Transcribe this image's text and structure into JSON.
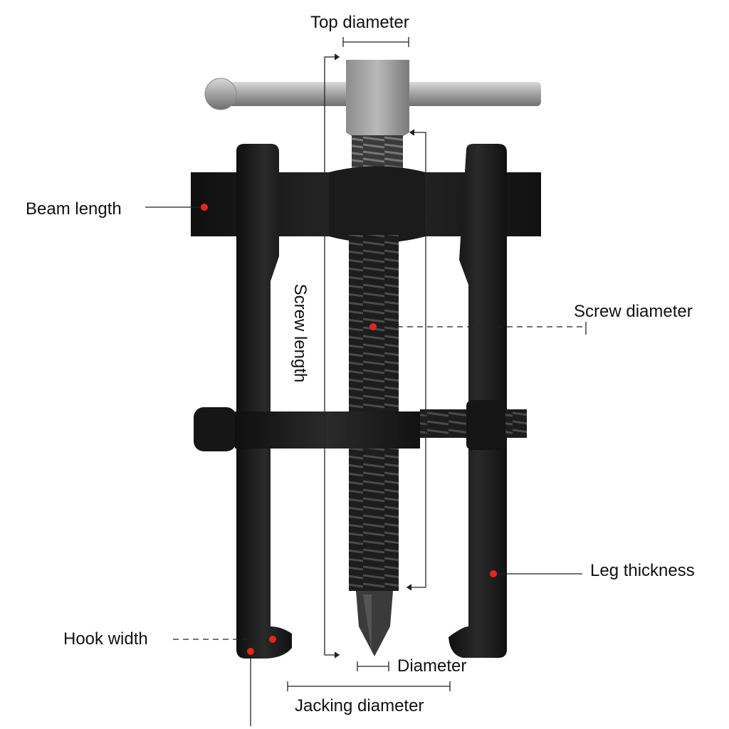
{
  "labels": {
    "top_diameter": "Top diameter",
    "beam_length": "Beam length",
    "screw_length": "Screw length",
    "screw_diameter": "Screw diameter",
    "leg_thickness": "Leg thickness",
    "hook_width": "Hook width",
    "diameter": "Diameter",
    "jacking_diameter": "Jacking diameter"
  },
  "colors": {
    "tool_body": "#1a1a1a",
    "screw_thread": "#2b2b2b",
    "handle_metal": "#9a9a9a",
    "marker_dot": "#e8261c",
    "line": "#222222"
  },
  "icons": {
    "product": "two-jaw-gear-puller"
  }
}
